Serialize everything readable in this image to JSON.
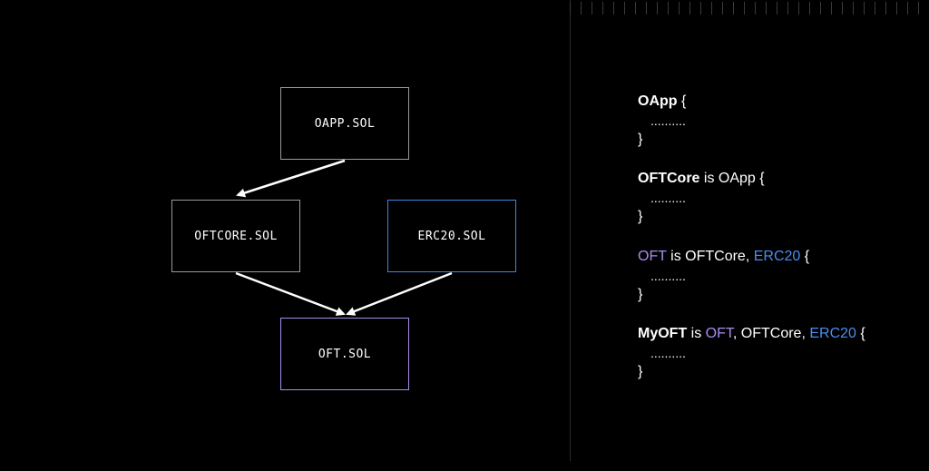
{
  "colors": {
    "background": "#000000",
    "node_border_default": "#9a9a9a",
    "erc20_accent": "#3f86e8",
    "oft_accent": "#a98cf0",
    "arrow": "#ffffff"
  },
  "diagram": {
    "nodes": {
      "oapp": "OAPP.SOL",
      "oftcore": "OFTCORE.SOL",
      "erc20": "ERC20.SOL",
      "oft": "OFT.SOL"
    }
  },
  "code": {
    "oapp": {
      "name": "OApp",
      "open": " {",
      "dots": "..........",
      "close": "}"
    },
    "oftcore": {
      "name": "OFTCore",
      "is": " is OApp {",
      "dots": "..........",
      "close": "}"
    },
    "oft": {
      "name": "OFT",
      "is": " is OFTCore, ",
      "erc": "ERC20",
      "open": " {",
      "dots": "..........",
      "close": "}"
    },
    "myoft": {
      "name": "MyOFT",
      "is": " is ",
      "oft": "OFT",
      "mid": ", OFTCore, ",
      "erc": "ERC20",
      "open": " {",
      "dots": "..........",
      "close": "}"
    }
  }
}
